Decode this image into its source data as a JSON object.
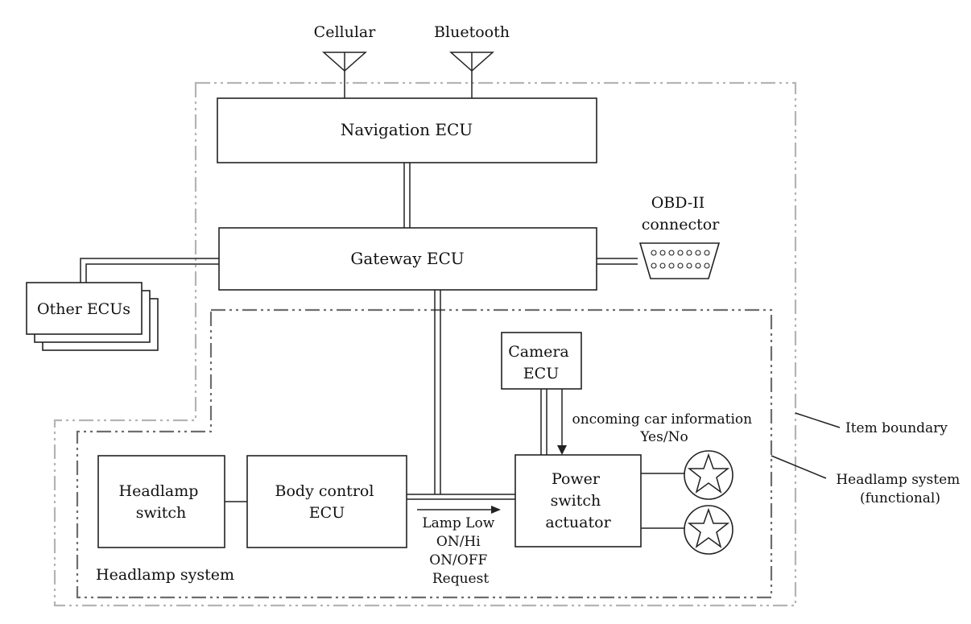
{
  "diagram": {
    "antennas": {
      "cellular": "Cellular",
      "bluetooth": "Bluetooth"
    },
    "blocks": {
      "navigation_ecu": "Navigation ECU",
      "gateway_ecu": "Gateway ECU",
      "other_ecus": "Other ECUs",
      "obd_connector": [
        "OBD-II",
        "connector"
      ],
      "camera_ecu": [
        "Camera",
        "ECU"
      ],
      "headlamp_switch": [
        "Headlamp",
        "switch"
      ],
      "body_control_ecu": [
        "Body control",
        "ECU"
      ],
      "power_switch_actuator": [
        "Power",
        "switch",
        "actuator"
      ]
    },
    "signals": {
      "oncoming_car": [
        "oncoming car information",
        "Yes/No"
      ],
      "lamp_request": [
        "Lamp Low",
        "ON/Hi",
        "ON/OFF",
        "Request"
      ]
    },
    "labels": {
      "headlamp_system": "Headlamp system",
      "item_boundary": "Item boundary",
      "headlamp_functional": [
        "Headlamp system",
        "(functional)"
      ]
    },
    "lamp_icons": [
      "star-lamp",
      "star-lamp"
    ],
    "colors": {
      "item_boundary_line": "#b4b4b4",
      "functional_boundary_line": "#6e6e6e",
      "outline": "#222222"
    }
  }
}
